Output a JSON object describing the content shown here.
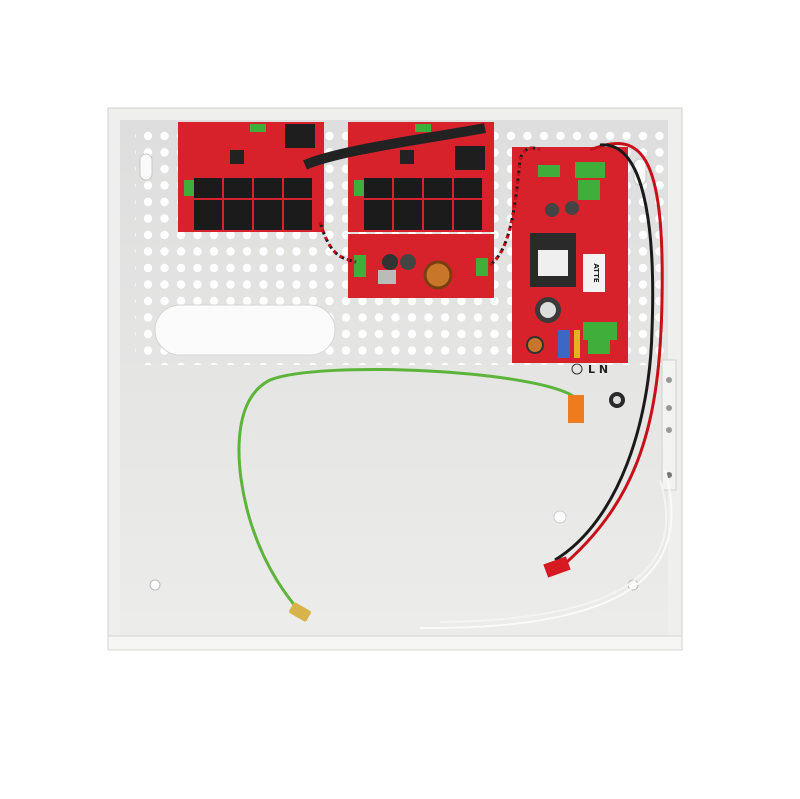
{
  "photo": {
    "subject": "enclosure",
    "terminal_label": "L N",
    "logo_text": "ATTE",
    "colors": {
      "enclosure": "#e9e9e6",
      "board": "#d8222b",
      "ground_wire": "#5cb43a",
      "red_wire": "#c8101a",
      "terminal_green": "#3fae3a"
    }
  }
}
